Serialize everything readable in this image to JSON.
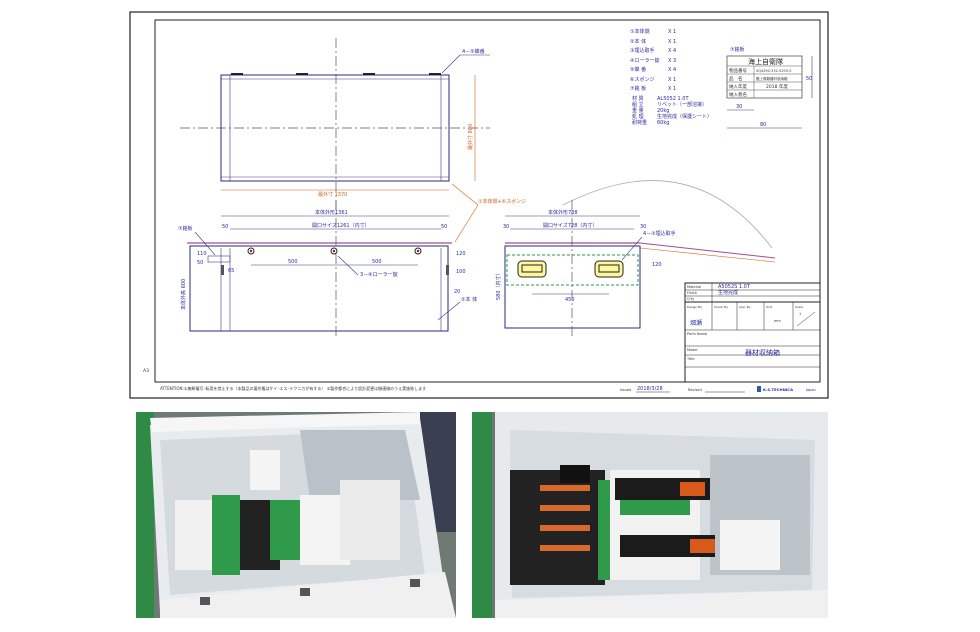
{
  "drawing": {
    "parts_list": [
      {
        "name": "①本体側",
        "qty": "X 1"
      },
      {
        "name": "②本 体",
        "qty": "X 1"
      },
      {
        "name": "③埋込取手",
        "qty": "X 4"
      },
      {
        "name": "④ローラー錠",
        "qty": "X 3"
      },
      {
        "name": "⑤蝶 番",
        "qty": "X 4"
      },
      {
        "name": "⑥スポンジ",
        "qty": "X 1"
      },
      {
        "name": "⑦銘 板",
        "qty": "X 1"
      }
    ],
    "specs": [
      {
        "label": "材 質",
        "value": "AL5052 1.0T"
      },
      {
        "label": "組 立",
        "value": "リベット（一部溶接）"
      },
      {
        "label": "重 量",
        "value": "20kg"
      },
      {
        "label": "処 理",
        "value": "生地完成（保護シート）"
      },
      {
        "label": "耐荷重",
        "value": "60kg"
      }
    ],
    "nameplate": {
      "label": "⑦銘板",
      "header": "海上自衛隊",
      "rows": [
        {
          "k": "物品番号",
          "v": "0Q4290-332-5293-5"
        },
        {
          "k": "品　名",
          "v": "艦上救難器材収納箱"
        },
        {
          "k": "納入年度",
          "v": "2018 年度"
        },
        {
          "k": "納入者名",
          "v": ""
        }
      ],
      "dim_width": "80",
      "dim_inner": "30",
      "dim_height": "50"
    },
    "top_view": {
      "hinge_label": "4－⑤蝶番",
      "overall_length": "最外寸 1370",
      "overall_depth": "最外寸 800"
    },
    "front_view": {
      "outer": "本体外形1361",
      "opening": "開口サイズ1261（内寸）",
      "side_left": "50",
      "side_right": "50",
      "lock_spacing_1": "500",
      "lock_spacing_2": "500",
      "lock_label": "3－④ローラー錠",
      "nameplate_label": "⑦銘板",
      "height": "本体外高 600",
      "d1": "110",
      "d2": "50",
      "d3": "65",
      "d4": "100",
      "d5": "20",
      "d6": "120",
      "body_label": "②本 体",
      "sponge_label": "①本体側+⑥スポンジ"
    },
    "side_view": {
      "outer": "本体外形788",
      "opening": "開口サイズ728（内寸）",
      "side_left": "30",
      "side_right": "30",
      "handle_label": "4－③埋込取手",
      "handle_spacing": "450",
      "height": "580（内寸）",
      "d1": "120"
    },
    "title_block": {
      "material_label": "Material",
      "material": "A5052S 1.0T",
      "finish_label": "Finish",
      "finish": "生地完成",
      "qty_label": "Q'ty",
      "design_label": "Design By",
      "designer": "畑瀬",
      "check_label": "Check By",
      "app_label": "App. By",
      "unit_label": "Unit",
      "unit": "mm",
      "scale_label": "Scale",
      "scale": "1",
      "parts_name_label": "Parts Name",
      "model_label": "Model",
      "model": "器材収納箱",
      "title_label": "Title",
      "issued_label": "Issued",
      "issued": "2018/3/28",
      "revised_label": "Revised",
      "company": "K.S.TECHNICA",
      "country": "Japan"
    },
    "sheet": "A3",
    "attention": "ATTENTION:①無断複写･転用を禁止する（本製品の著作権はケイ･エス･テクニカが有する） ②製作都合により設計変更は御連絡のうえ実施致します"
  },
  "colors": {
    "blue": "#2a2aa0",
    "orange": "#d2601a",
    "green": "#2e9a4a"
  }
}
